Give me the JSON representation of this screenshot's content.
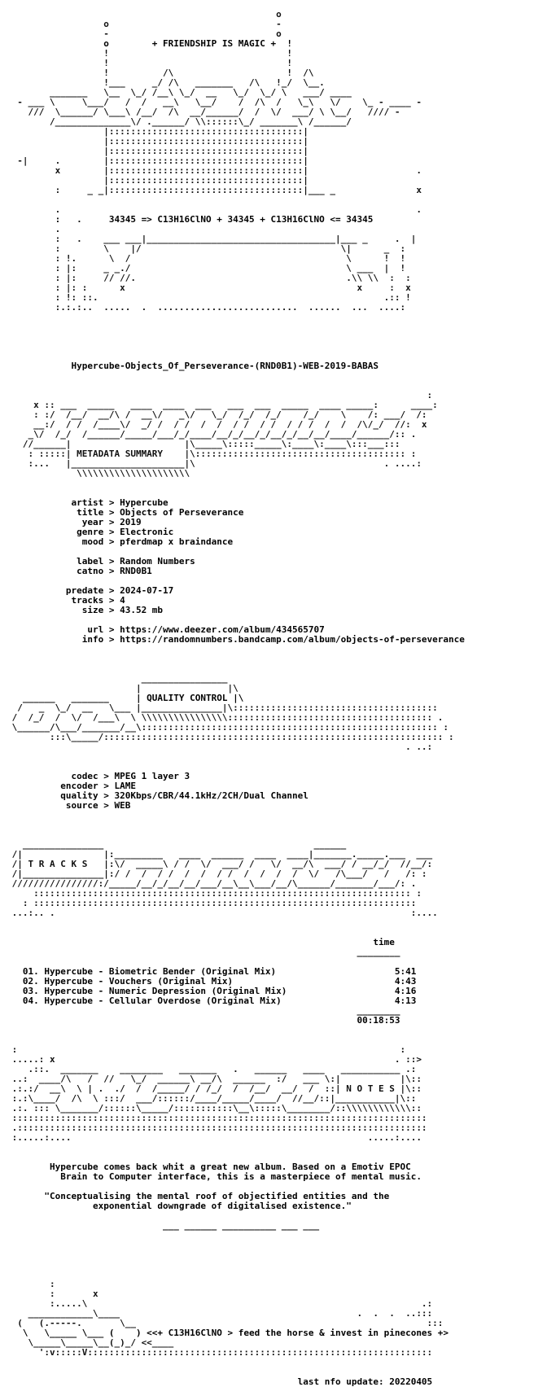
{
  "lines": [
    {
      "t": "                                                  o",
      "c": "art"
    },
    {
      "t": "                  o                               -",
      "c": "art"
    },
    {
      "t": "                  -                               o",
      "c": "art"
    },
    {
      "t": "                  o        + FRIENDSHIP IS MAGIC +  !",
      "c": "txt"
    },
    {
      "t": "                  !                                 !",
      "c": "art"
    },
    {
      "t": "                  !                                 !",
      "c": "art"
    },
    {
      "t": "                  !          /\\                     !  /\\",
      "c": "art"
    },
    {
      "t": "                  !___     _/ /\\   _______   /\\   !_/  \\__.",
      "c": "art"
    },
    {
      "t": "        _______   \\__  \\_/ /__\\ \\_/  __   \\_/  \\_/ \\   ___/ ____",
      "c": "art"
    },
    {
      "t": "  - ___ \\     \\___/   /  /   __\\   \\__/    /  /\\  /   \\_\\   \\/    \\_ - ____ -",
      "c": "art"
    },
    {
      "t": "    ///  \\______/ \\___\\ /__/  /\\  __/______/  /  \\/  ___/ \\ \\__/   //// -",
      "c": "art"
    },
    {
      "t": "        /______________\\/ .______/ \\\\::::::\\_/ _______\\ /______/",
      "c": "art"
    },
    {
      "t": "                  |::::::::::::::::::::::::::::::::::::|",
      "c": "art"
    },
    {
      "t": "                  |::::::::::::::::::::::::::::::::::::|",
      "c": "art"
    },
    {
      "t": "                  |::::::::::::::::::::::::::::::::::::|",
      "c": "art"
    },
    {
      "t": "  -|     .        |::::::::::::::::::::::::::::::::::::|",
      "c": "art"
    },
    {
      "t": "         x        |::::::::::::::::::::::::::::::::::::|                    .",
      "c": "art"
    },
    {
      "t": "                  |::::::::::::::::::::::::::::::::::::|",
      "c": "art"
    },
    {
      "t": "         :     _ _|::::::::::::::::::::::::::::::::::::|___ _               x",
      "c": "art"
    },
    {
      "t": "",
      "c": "art"
    },
    {
      "t": "         .                                                                  .",
      "c": "art"
    },
    {
      "t": "         :   .     34345 => C13H16ClNO + 34345 + C13H16ClNO <= 34345",
      "c": "txt"
    },
    {
      "t": "         .",
      "c": "art"
    },
    {
      "t": "         :   .    ___ ___|___________________________________|___ _     .  |",
      "c": "art"
    },
    {
      "t": "         :        \\    |/                                     \\|      _  :",
      "c": "art"
    },
    {
      "t": "         : !.      \\  /                                        \\      !  !",
      "c": "art"
    },
    {
      "t": "         : |:     _ _./                                        \\ ___  |  !",
      "c": "art"
    },
    {
      "t": "         : |:     // //.                                       .\\\\ \\\\  :  :",
      "c": "art"
    },
    {
      "t": "         : |: :      x                                           x     :  x",
      "c": "art"
    },
    {
      "t": "         : !: ::.                                                     .:: !",
      "c": "art"
    },
    {
      "t": "         :.:.:..  .....  .  ..........................  ......  ...  ....:",
      "c": "art"
    },
    {
      "t": "",
      "c": "art"
    },
    {
      "t": "",
      "c": "art"
    },
    {
      "t": "",
      "c": "art"
    },
    {
      "t": "",
      "c": "art"
    },
    {
      "t": "",
      "c": "art"
    },
    {
      "t": "            Hypercube-Objects_Of_Perseverance-(RND0B1)-WEB-2019-BABAS",
      "c": "txt"
    },
    {
      "t": "",
      "c": "art"
    },
    {
      "t": "",
      "c": "art"
    },
    {
      "t": "                                                                              :",
      "c": "art"
    },
    {
      "t": "     x :: ___  _____   ____  ____  ___   ___  ___  _____  ____ _____:      ____:",
      "c": "art"
    },
    {
      "t": "     : :/  /__/  __/\\ /  __\\/   _\\/   \\_/  /_/  /_/    /_/    \\    /: ___/  /:",
      "c": "art"
    },
    {
      "t": "     __:/  / /  /____\\/  _/ /  / /  /  /  / /  / /  / / /  /  /  /\\/_/  //:  x",
      "c": "art"
    },
    {
      "t": "    _\\/  /_/  /______/_____/___/_/____/__/_/__/_/__/_/__/__/____/______/:: .",
      "c": "art"
    },
    {
      "t": "   //______|                     |\\_____\\:::::_____\\:____\\:____\\:::___:::",
      "c": "art"
    },
    {
      "t": "    : :::::| METADATA SUMMARY    |\\::::::::::::::::::::::::::::::::::::::: :",
      "c": "art"
    },
    {
      "t": "    :...   |_____________________|\\                                   . ....:",
      "c": "art"
    },
    {
      "t": "             \\\\\\\\\\\\\\\\\\\\\\\\\\\\\\\\\\\\\\\\\\",
      "c": "art"
    },
    {
      "t": "",
      "c": "art"
    },
    {
      "t": "",
      "c": "art"
    },
    {
      "t": "            artist > Hypercube",
      "c": "txt"
    },
    {
      "t": "             title > Objects of Perseverance",
      "c": "txt"
    },
    {
      "t": "              year > 2019",
      "c": "txt"
    },
    {
      "t": "             genre > Electronic",
      "c": "txt"
    },
    {
      "t": "              mood > pferdmap x braindance",
      "c": "txt"
    },
    {
      "t": "",
      "c": "txt"
    },
    {
      "t": "             label > Random Numbers",
      "c": "txt"
    },
    {
      "t": "             catno > RND0B1",
      "c": "txt"
    },
    {
      "t": "",
      "c": "txt"
    },
    {
      "t": "           predate > 2024-07-17",
      "c": "txt"
    },
    {
      "t": "            tracks > 4",
      "c": "txt"
    },
    {
      "t": "              size > 43.52 mb",
      "c": "txt"
    },
    {
      "t": "",
      "c": "txt"
    },
    {
      "t": "               url > https://www.deezer.com/album/434565707",
      "c": "txt"
    },
    {
      "t": "              info > https://randomnumbers.bandcamp.com/album/objects-of-perseverance",
      "c": "txt"
    },
    {
      "t": "",
      "c": "art"
    },
    {
      "t": "",
      "c": "art"
    },
    {
      "t": "",
      "c": "art"
    },
    {
      "t": "                         ________________",
      "c": "art"
    },
    {
      "t": "                        |                |\\",
      "c": "art"
    },
    {
      "t": "   ______   _______     | QUALITY CONTROL |\\",
      "c": "txt"
    },
    {
      "t": "  /   _  \\_/  __   \\___ |_______________|\\::::::::::::::::::::::::::::::::::::::",
      "c": "art"
    },
    {
      "t": " /  /_/  /  \\/  /___\\  \\ \\\\\\\\\\\\\\\\\\\\\\\\\\\\\\\\:::::::::::::::::::::::::::::::::::::: .",
      "c": "art"
    },
    {
      "t": " \\______/\\___/_______/__\\::::::::::::::::::::::::::::::::::::::::::::::::::::::: :",
      "c": "art"
    },
    {
      "t": "        :::\\_____/::::::::::::::::::::::::::::::::::::::::::::::::::::::::::::::: :",
      "c": "art"
    },
    {
      "t": "                                                                          . ..:",
      "c": "art"
    },
    {
      "t": "",
      "c": "art"
    },
    {
      "t": "",
      "c": "art"
    },
    {
      "t": "            codec > MPEG 1 layer 3",
      "c": "txt"
    },
    {
      "t": "          encoder > LAME",
      "c": "txt"
    },
    {
      "t": "          quality > 320Kbps/CBR/44.1kHz/2CH/Dual Channel",
      "c": "txt"
    },
    {
      "t": "           source > WEB",
      "c": "txt"
    },
    {
      "t": "",
      "c": "art"
    },
    {
      "t": "",
      "c": "art"
    },
    {
      "t": "",
      "c": "art"
    },
    {
      "t": "   _______________                                       ______",
      "c": "art"
    },
    {
      "t": " /|               |:_________   ____  ______  ____  ____|_______._____.___  ___",
      "c": "art"
    },
    {
      "t": " /| T R A C K S   |:\\/  _____\\ / /  \\/  ___/ /   \\/  __/\\  ___/ / __/_/  //__/:",
      "c": "art"
    },
    {
      "t": " /|_______________|:/ /  /  / /  /  /  / /  /  /  /  /  \\/   /\\___/   /   /: :",
      "c": "art"
    },
    {
      "t": " ////////////////:/_____/__/_/__/__/___/__\\__\\___/__/\\______/_______/___/: .",
      "c": "art"
    },
    {
      "t": "     :::::::::::::::::::::::::::::::::::::::::::::::::::::::::::::::::::::: :",
      "c": "art"
    },
    {
      "t": "   : :::::::::::::::::::::::::::::::::::::::::::::::::::::::::::::::::::::::",
      "c": "art"
    },
    {
      "t": " ...:.. .                                                                  :....",
      "c": "art"
    },
    {
      "t": "",
      "c": "art"
    },
    {
      "t": "",
      "c": "art"
    },
    {
      "t": "                                                                    time",
      "c": "txt"
    },
    {
      "t": "                                                                 ________",
      "c": "txt"
    },
    {
      "t": "",
      "c": "txt"
    },
    {
      "t": "   01. Hypercube - Biometric Bender (Original Mix)                      5:41",
      "c": "txt"
    },
    {
      "t": "   02. Hypercube - Vouchers (Original Mix)                              4:43",
      "c": "txt"
    },
    {
      "t": "   03. Hypercube - Numeric Depression (Original Mix)                    4:16",
      "c": "txt"
    },
    {
      "t": "   04. Hypercube - Cellular Overdose (Original Mix)                     4:13",
      "c": "txt"
    },
    {
      "t": "                                                                 ________",
      "c": "txt"
    },
    {
      "t": "                                                                 00:18:53",
      "c": "txt"
    },
    {
      "t": "",
      "c": "art"
    },
    {
      "t": "",
      "c": "art"
    },
    {
      "t": " :                                                                       :",
      "c": "art"
    },
    {
      "t": " .....: x                                                               . ::>",
      "c": "art"
    },
    {
      "t": "    .::.  _______    ________   _______   .   ______   ____   ___________ .:",
      "c": "art"
    },
    {
      "t": " ..:  ____/\\   /  //   \\_/  ______\\ __/\\  ______  :/   ___ \\:|           |\\::",
      "c": "art"
    },
    {
      "t": " .:.:/  __\\  \\ | .  ./  /  /_____/ / /_/  /  /__/  __/  /  ::| N O T E S |\\::",
      "c": "art"
    },
    {
      "t": " :.:\\____/  /\\  \\ :::/  ___/::::::/____/_____/____/  //__/::|___________|\\::",
      "c": "art"
    },
    {
      "t": " .:. ::: \\_______/::::::\\_____/:::::::::::\\__\\:::::\\________/::\\\\\\\\\\\\\\\\\\\\\\\\::",
      "c": "art"
    },
    {
      "t": " :::::::::::::::::::::::::::::::::::::::::::::::::::::::::::::::::::::::::::::",
      "c": "art"
    },
    {
      "t": " .::::::::::::::::::::::::::::::::::::::::::::::::::::::::::::::::::::::::::::",
      "c": "art"
    },
    {
      "t": " :.....:....                                                       .....:....",
      "c": "art"
    },
    {
      "t": "",
      "c": "art"
    },
    {
      "t": "",
      "c": "art"
    },
    {
      "t": "        Hypercube comes back whit a great new album. Based on a Emotiv EPOC",
      "c": "txt"
    },
    {
      "t": "          Brain to Computer interface, this is a masterpiece of mental music.",
      "c": "txt"
    },
    {
      "t": "",
      "c": "txt"
    },
    {
      "t": "       \"Conceptualising the mental roof of objectified entities and the",
      "c": "txt"
    },
    {
      "t": "                exponential downgrade of digitalised existence.\"",
      "c": "txt"
    },
    {
      "t": "",
      "c": "txt"
    },
    {
      "t": "                             ___ ______ __________ ___ ___",
      "c": "txt"
    },
    {
      "t": "",
      "c": "art"
    },
    {
      "t": "",
      "c": "art"
    },
    {
      "t": "",
      "c": "art"
    },
    {
      "t": "",
      "c": "art"
    },
    {
      "t": "",
      "c": "art"
    },
    {
      "t": "        :",
      "c": "art"
    },
    {
      "t": "        :       x",
      "c": "art"
    },
    {
      "t": "        :.....\\                                                              .:",
      "c": "art"
    },
    {
      "t": "    ____________\\____                                            .  .  .  ..:::",
      "c": "art"
    },
    {
      "t": "  (   (.-----.       \\__                                                      :::",
      "c": "art"
    },
    {
      "t": "   \\   \\_____ \\___ (    ) <<+ C13H16ClNO > feed the horse & invest in pinecones +>",
      "c": "txt"
    },
    {
      "t": "    \\_____\\_____\\__(_)_/ <<____",
      "c": "art"
    },
    {
      "t": "      ':v:::::V::::::::::::::::::::::::::::::::::::::::::::::::::::::::::::::::",
      "c": "art"
    },
    {
      "t": "",
      "c": "art"
    },
    {
      "t": "",
      "c": "art"
    },
    {
      "t": "                                                      last nfo update: 20220405",
      "c": "txt"
    }
  ]
}
